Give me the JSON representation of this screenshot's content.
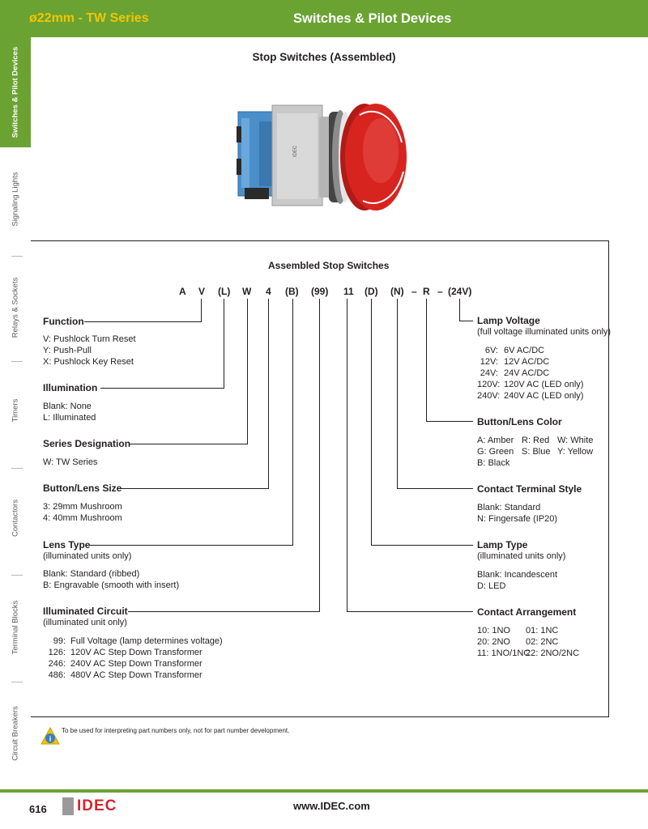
{
  "header": {
    "left": "ø22mm - TW Series",
    "right": "Switches & Pilot Devices"
  },
  "sidebar": [
    "Switches & Pilot Devices",
    "Signaling Lights",
    "Relays & Sockets",
    "Timers",
    "Contactors",
    "Terminal Blocks",
    "Circuit Breakers"
  ],
  "page_title": "Stop Switches (Assembled)",
  "box_title": "Assembled Stop Switches",
  "code": [
    "A",
    "V",
    "(L)",
    "W",
    "4",
    "(B)",
    "(99)",
    "11",
    "(D)",
    "(N)",
    "–",
    "R",
    "–",
    "(24V)"
  ],
  "left": {
    "function": {
      "heading": "Function",
      "items": [
        "V:  Pushlock Turn Reset",
        "Y:  Push-Pull",
        "X:  Pushlock Key Reset"
      ]
    },
    "illumination": {
      "heading": "Illumination",
      "items": [
        "Blank: None",
        "L:  Illuminated"
      ]
    },
    "series": {
      "heading": "Series Designation",
      "items": [
        "W: TW Series"
      ]
    },
    "size": {
      "heading": "Button/Lens Size",
      "items": [
        "3:  29mm Mushroom",
        "4:  40mm Mushroom"
      ]
    },
    "lens": {
      "heading": "Lens Type",
      "sub": "(illuminated units only)",
      "items": [
        "Blank: Standard (ribbed)",
        "B:  Engravable (smooth with insert)"
      ]
    },
    "circuit": {
      "heading": "Illuminated Circuit",
      "sub": "(illuminated unit only)",
      "codes": [
        "99:",
        "126:",
        "246:",
        "486:"
      ],
      "descs": [
        "Full Voltage (lamp determines voltage)",
        "120V AC Step Down Transformer",
        "240V AC Step Down Transformer",
        "480V AC Step Down Transformer"
      ]
    }
  },
  "right": {
    "lamp_voltage": {
      "heading": "Lamp Voltage",
      "sub": "(full voltage illuminated units only)",
      "codes": [
        "6V:",
        "12V:",
        "24V:",
        "120V:",
        "240V:"
      ],
      "descs": [
        "6V AC/DC",
        "12V AC/DC",
        "24V AC/DC",
        "120V AC (LED only)",
        "240V AC (LED only)"
      ]
    },
    "color": {
      "heading": "Button/Lens Color",
      "rows": [
        [
          "A:  Amber",
          "R:  Red",
          "W:  White"
        ],
        [
          "G:  Green",
          "S:  Blue",
          "Y:   Yellow"
        ],
        [
          "B:  Black",
          "",
          ""
        ]
      ]
    },
    "terminal": {
      "heading": "Contact Terminal Style",
      "items": [
        "Blank:  Standard",
        "N:  Fingersafe (IP20)"
      ]
    },
    "lamp_type": {
      "heading": "Lamp Type",
      "sub": "(illuminated units only)",
      "items": [
        "Blank: Incandescent",
        "D: LED"
      ]
    },
    "contact": {
      "heading": "Contact Arrangement",
      "rows": [
        [
          "10: 1NO",
          "01: 1NC"
        ],
        [
          "20: 2NO",
          "02: 2NC"
        ],
        [
          "11: 1NO/1NC",
          "22: 2NO/2NC"
        ]
      ]
    }
  },
  "note": "To be used for interpreting part numbers only, not for part number development.",
  "footer": {
    "page": "616",
    "logo": "IDEC",
    "url": "www.IDEC.com"
  },
  "colors": {
    "brand_green": "#6aa332",
    "header_gold": "#f2c500",
    "idec_red": "#d22630",
    "button_red": "#d8241f"
  }
}
